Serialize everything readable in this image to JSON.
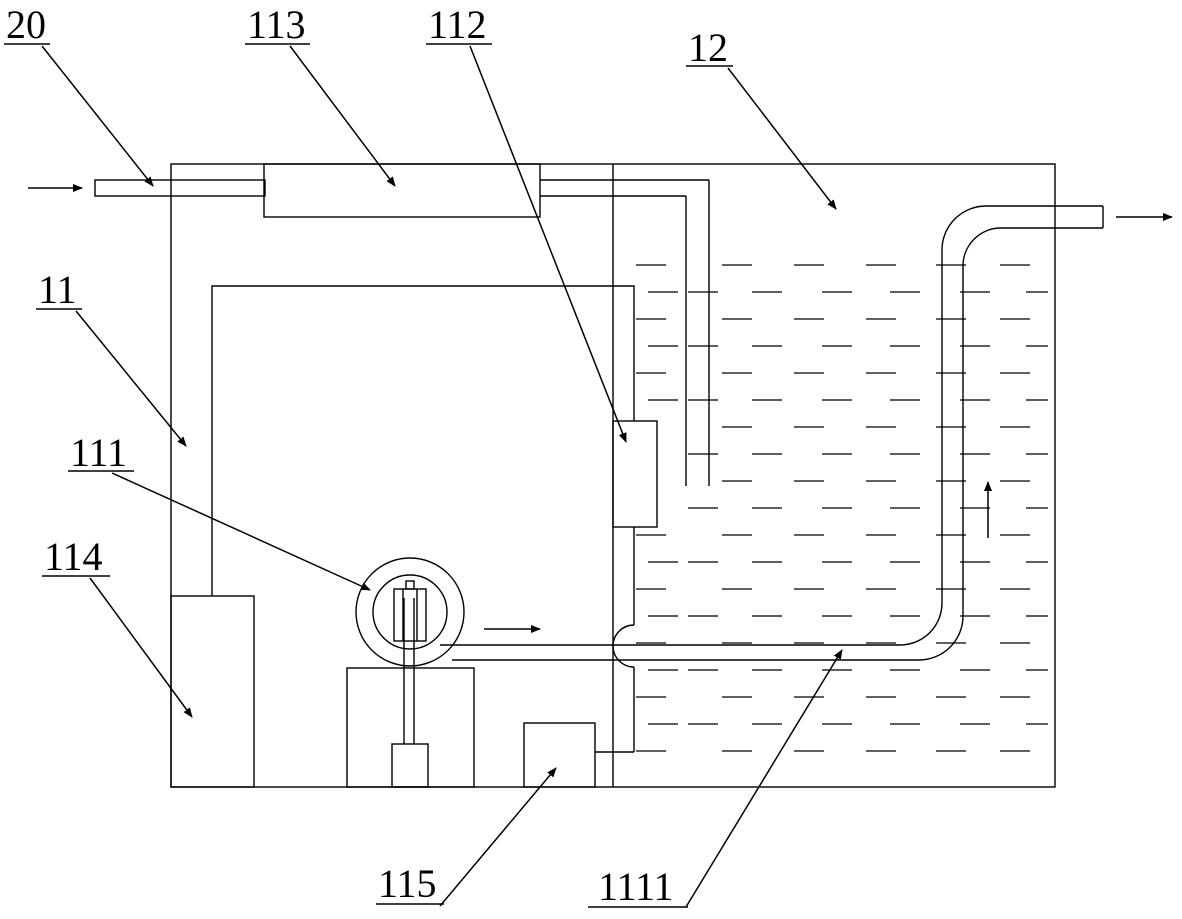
{
  "labels": {
    "l20": "20",
    "l113": "113",
    "l112": "112",
    "l12": "12",
    "l11": "11",
    "l111": "111",
    "l114": "114",
    "l115": "115",
    "l1111": "1111"
  }
}
